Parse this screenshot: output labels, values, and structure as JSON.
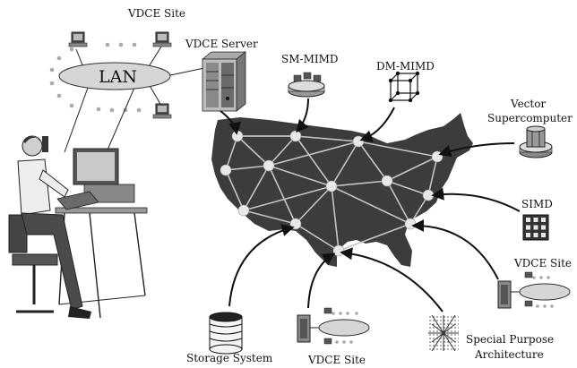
{
  "labels": {
    "vdce_site_top": "VDCE Site",
    "vdce_server": "VDCE Server",
    "lan": "LAN",
    "sm_mimd": "SM-MIMD",
    "dm_mimd": "DM-MIMD",
    "vector_1": "Vector",
    "vector_2": "Supercomputer",
    "simd": "SIMD",
    "vdce_site_right": "VDCE Site",
    "special_1": "Special Purpose",
    "special_2": "Architecture",
    "vdce_site_bottom": "VDCE Site",
    "storage": "Storage System"
  },
  "icons": [
    "workstation-icon",
    "server-rack-icon",
    "sm-mimd-icon",
    "dm-mimd-icon",
    "vector-supercomputer-icon",
    "simd-grid-icon",
    "storage-cylinder-icon",
    "crossbar-icon",
    "user-at-desk-icon"
  ],
  "colors": {
    "map": "#3c3c3c",
    "edge": "#bdbdbd",
    "node": "#e8e8e8",
    "ink": "#111111"
  }
}
